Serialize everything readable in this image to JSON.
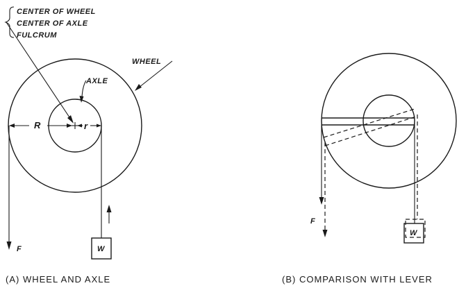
{
  "labels": {
    "bracket_lines": [
      "CENTER OF WHEEL",
      "CENTER OF AXLE",
      "FULCRUM"
    ],
    "wheel": "WHEEL",
    "axle": "AXLE",
    "big_radius": "R",
    "small_radius": "r",
    "force_a": "F",
    "weight_a": "W",
    "force_b": "F",
    "weight_b": "W"
  },
  "captions": {
    "a": "(A) WHEEL AND AXLE",
    "b": "(B) COMPARISON WITH LEVER"
  }
}
